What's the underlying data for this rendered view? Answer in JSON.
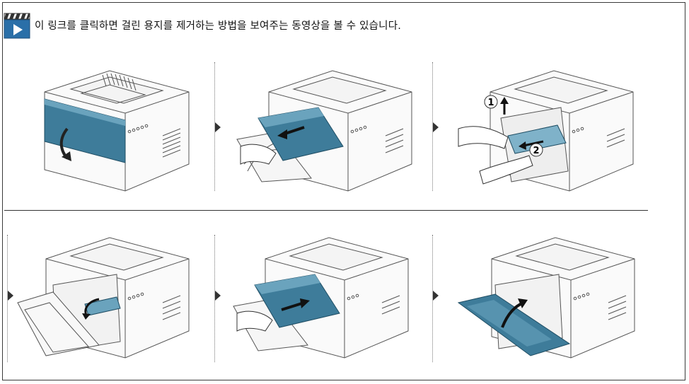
{
  "header": {
    "icon": "video-clapperboard-icon",
    "text": "이 링크를 클릭하면 걸린 용지를 제거하는 방법을 보여주는 동영상을 볼 수 있습니다."
  },
  "steps": [
    {
      "id": 1,
      "description": "printer-front-cover-open"
    },
    {
      "id": 2,
      "description": "toner-cartridge-remove"
    },
    {
      "id": 3,
      "description": "jammed-paper-pull",
      "callouts": [
        "1",
        "2"
      ]
    },
    {
      "id": 4,
      "description": "printer-open-empty"
    },
    {
      "id": 5,
      "description": "toner-cartridge-insert"
    },
    {
      "id": 6,
      "description": "front-cover-close"
    }
  ],
  "colors": {
    "accent": "#3e7c9a",
    "line": "#555555",
    "frame": "#3a3a3a"
  }
}
